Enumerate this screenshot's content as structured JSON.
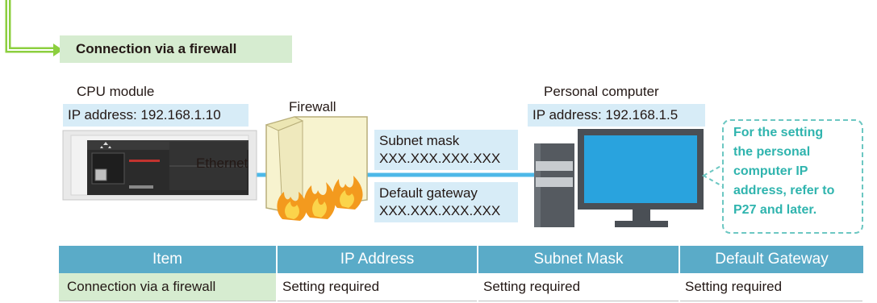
{
  "section_title": "Connection via a firewall",
  "cpu": {
    "label": "CPU module",
    "ip": "IP address: 192.168.1.10"
  },
  "ethernet_label": "Ethernet",
  "firewall": {
    "label": "Firewall"
  },
  "subnet": {
    "label": "Subnet mask",
    "value": "XXX.XXX.XXX.XXX"
  },
  "gateway": {
    "label": "Default gateway",
    "value": "XXX.XXX.XXX.XXX"
  },
  "pc": {
    "label": "Personal computer",
    "ip": "IP address: 192.168.1.5"
  },
  "callout": {
    "lines": [
      "For the setting",
      "the personal",
      "computer IP",
      "address, refer to",
      "P27 and later."
    ]
  },
  "table": {
    "headers": [
      "Item",
      "IP Address",
      "Subnet Mask",
      "Default Gateway"
    ],
    "rows": [
      [
        "Connection via a firewall",
        "Setting required",
        "Setting required",
        "Setting required"
      ]
    ]
  },
  "colors": {
    "green_accent": "#8ccf3f",
    "light_green": "#d6ecd0",
    "light_blue": "#d7ecf7",
    "cable_blue": "#4db8e8",
    "table_header": "#5aabc8",
    "callout_teal": "#2fb4ae",
    "monitor_blue": "#29a3de"
  },
  "icons": [
    "cpu-module-icon",
    "firewall-icon",
    "fire-icon",
    "computer-tower-icon",
    "monitor-icon"
  ]
}
